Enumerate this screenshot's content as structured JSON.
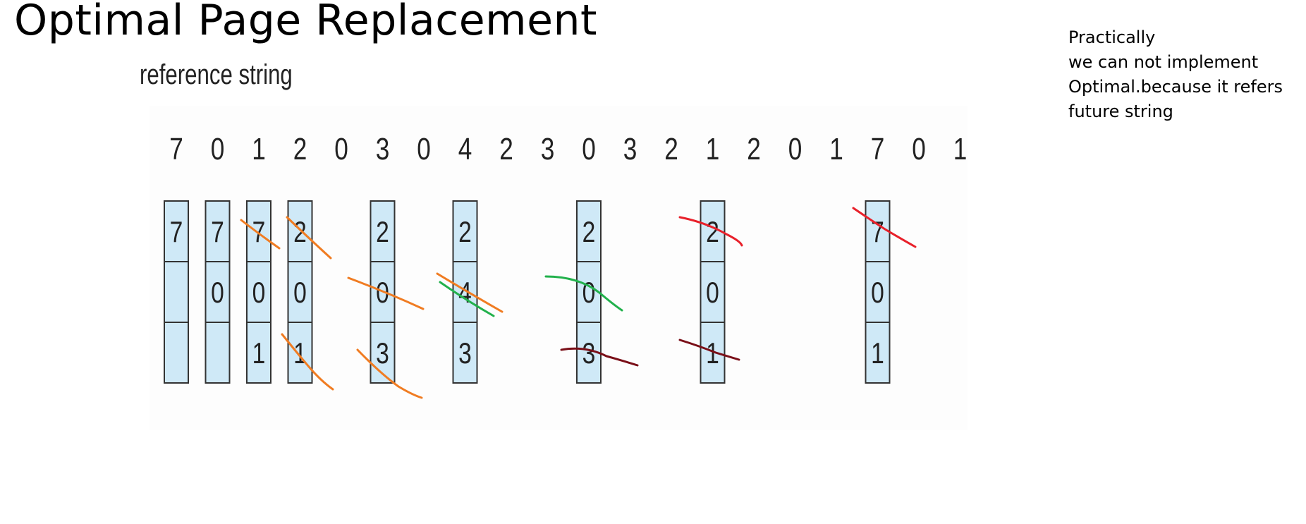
{
  "title": "Optimal Page Replacement",
  "reference_label": "reference string",
  "note": {
    "lines": [
      "Practically",
      "we can not implement",
      "Optimal.because it refers",
      "future string"
    ]
  },
  "reference_string": [
    "7",
    "0",
    "1",
    "2",
    "0",
    "3",
    "0",
    "4",
    "2",
    "3",
    "0",
    "3",
    "2",
    "1",
    "2",
    "0",
    "1",
    "7",
    "0",
    "1"
  ],
  "frames": [
    {
      "ref_index": 0,
      "cells": [
        "7",
        "",
        ""
      ]
    },
    {
      "ref_index": 1,
      "cells": [
        "7",
        "0",
        ""
      ]
    },
    {
      "ref_index": 2,
      "cells": [
        "7",
        "0",
        "1"
      ]
    },
    {
      "ref_index": 3,
      "cells": [
        "2",
        "0",
        "1"
      ]
    },
    {
      "ref_index": 5,
      "cells": [
        "2",
        "0",
        "3"
      ]
    },
    {
      "ref_index": 7,
      "cells": [
        "2",
        "4",
        "3"
      ]
    },
    {
      "ref_index": 10,
      "cells": [
        "2",
        "0",
        "3"
      ]
    },
    {
      "ref_index": 13,
      "cells": [
        "2",
        "0",
        "1"
      ]
    },
    {
      "ref_index": 17,
      "cells": [
        "7",
        "0",
        "1"
      ]
    }
  ],
  "strike_colors": {
    "orange": "#f07c22",
    "green": "#22b14c",
    "red": "#e8202a",
    "dark_red": "#7a0f18"
  },
  "colors": {
    "frame_fill": "#cfe9f7",
    "frame_border": "#333333"
  }
}
